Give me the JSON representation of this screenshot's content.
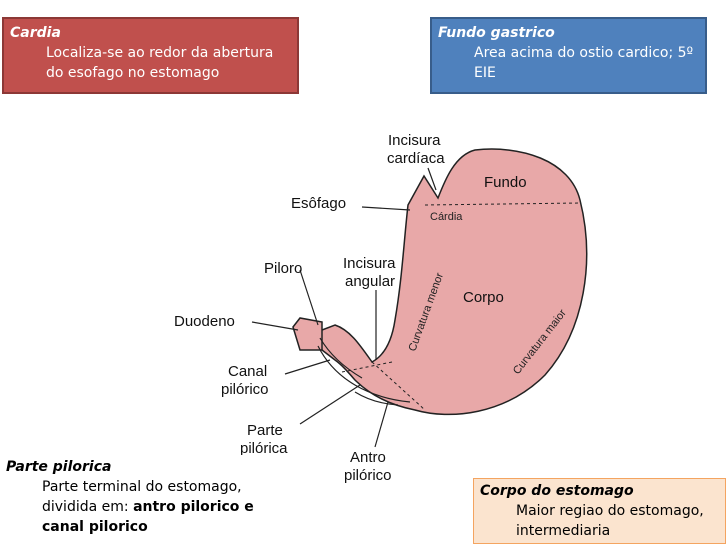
{
  "cardia_box": {
    "title": "Cardia",
    "line1": "Localiza-se ao redor da abertura",
    "line2": "do esofago no estomago"
  },
  "fundo_box": {
    "title": "Fundo gastrico",
    "line1": "Area acima do ostio cardico; 5º",
    "line2": "EIE"
  },
  "parte_box": {
    "title": "Parte pilorica",
    "line1": "Parte terminal do estomago,",
    "line2_prefix": "dividida em: ",
    "line2_bold": "antro pilorico e",
    "line3_bold": "canal pilorico"
  },
  "corpo_box": {
    "title": "Corpo do estomago",
    "line1": "Maior regiao do estomago,",
    "line2": "intermediaria"
  },
  "diagram": {
    "incisura_cardiaca_1": "Incisura",
    "incisura_cardiaca_2": "cardíaca",
    "fundo": "Fundo",
    "esofago": "Esôfago",
    "cardia": "Cárdia",
    "piloro": "Piloro",
    "incisura_angular_1": "Incisura",
    "incisura_angular_2": "angular",
    "curvatura_menor": "Curvatura menor",
    "corpo": "Corpo",
    "curvatura_maior": "Curvatura maior",
    "duodeno": "Duodeno",
    "canal_pilorico_1": "Canal",
    "canal_pilorico_2": "pilórico",
    "parte_pilorica_1": "Parte",
    "parte_pilorica_2": "pilórica",
    "antro_1": "Antro",
    "antro_2": "pilórico",
    "colors": {
      "stomach_fill": "#e8a8a8",
      "stomach_stroke": "#222222"
    }
  }
}
